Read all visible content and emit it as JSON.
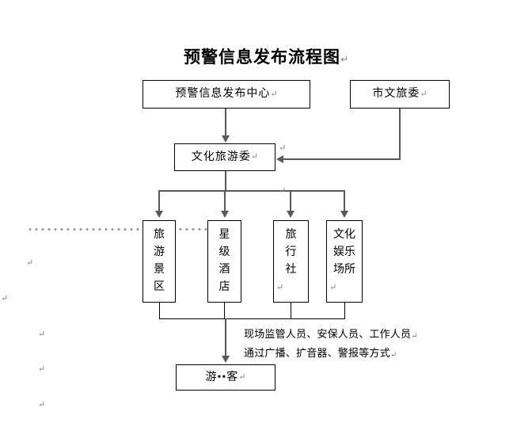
{
  "document": {
    "title": "预警信息发布流程图",
    "pilcrow_glyph": "↵"
  },
  "nodes": {
    "alert_center": "预警信息发布中心",
    "city_culture_tourism_commission": "市文旅委",
    "culture_tourism_commission": "文化旅游委",
    "tourist": "游••客"
  },
  "venues": [
    {
      "name": "tourist-scenic-area",
      "chars": [
        "旅",
        "游",
        "景",
        "区"
      ]
    },
    {
      "name": "star-rated-hotel",
      "chars": [
        "星",
        "级",
        "酒",
        "店"
      ]
    },
    {
      "name": "travel-agency",
      "chars": [
        "旅",
        "行",
        "社"
      ]
    },
    {
      "name": "culture-entertainment-venue",
      "chars": [
        "文化",
        "娱乐",
        "场所"
      ]
    }
  ],
  "annotations": {
    "line1": "现场监管人员、安保人员、工作人员",
    "line2": "通过广播、扩音器、警报等方式"
  },
  "colors": {
    "connector": "#595959",
    "box_border": "#000000",
    "text": "#000000",
    "mark": "#808080",
    "dotted": "#9a9a9a",
    "page_background": "#ffffff"
  }
}
